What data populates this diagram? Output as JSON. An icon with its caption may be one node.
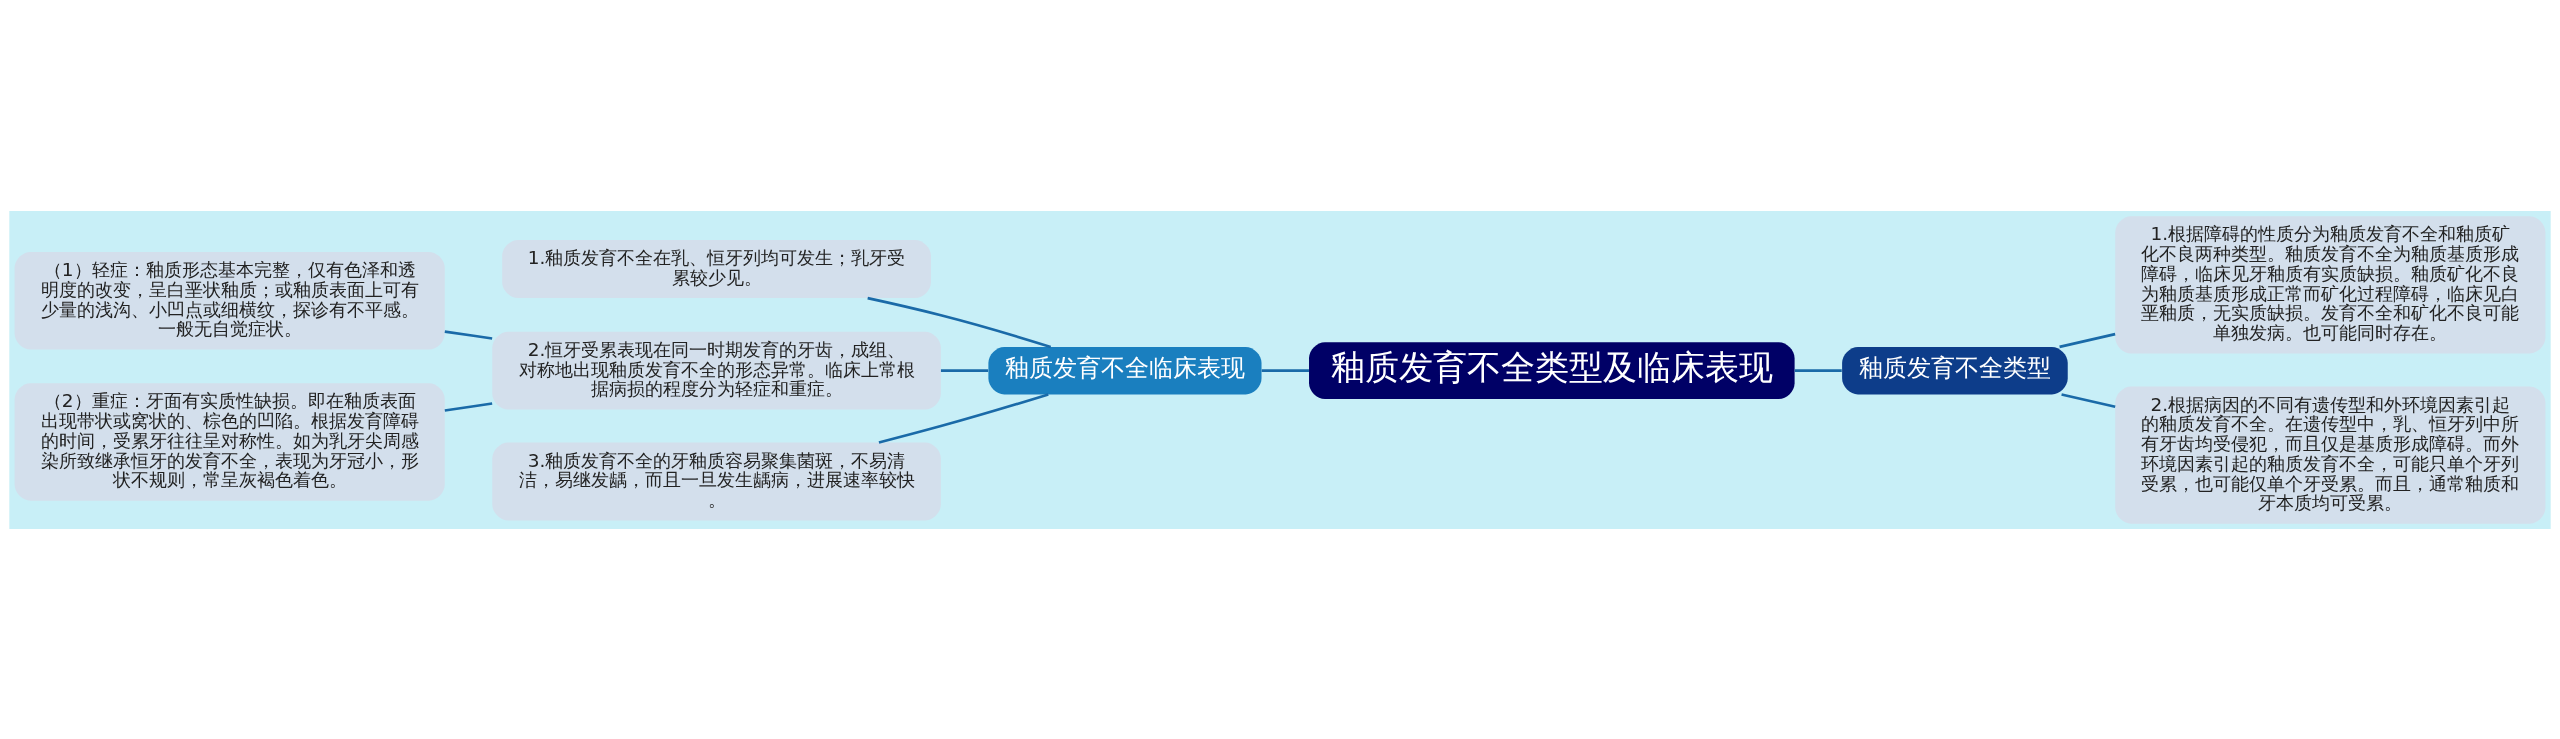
{
  "diagram": {
    "nodes": [
      {
        "text": [
          "釉质发育不全类型及临床表现"
        ]
      },
      {
        "text": [
          "釉质发育不全类型"
        ]
      },
      {
        "text": [
          "1.根据障碍的性质分为釉质发育不全和釉质矿化不良两种类型。釉质发育不全为釉质基质形成障碍，临床见牙釉质有实质缺损。釉质矿化不良为釉质基质形成正常而矿化过程障碍，临床见白垩釉质，无实质缺损。发育不全和矿化不良可能单独发病。也可能同时存在。"
        ]
      },
      {
        "text": [
          "2.根据病因的不同有遗传型和外环境因素引起的釉质发育不全。在遗传型中，乳、恒牙列中所有牙齿均受侵犯，而且仅是基质形成障碍。而外环境因素引起的釉质发育不全，可能只单个牙列受累，也可能仅单个牙受累。而且，通常釉质和牙本质均可受累。"
        ]
      },
      {
        "text": [
          "釉质发育不全临床表现"
        ]
      },
      {
        "text": [
          "1.釉质发育不全在乳、恒牙列均可发生；乳牙受累较少见。"
        ]
      },
      {
        "text": [
          "2.恒牙受累表现在同一时期发育的牙齿，成组、对称地出现釉质发育不全的形态异常。临床上常根据病损的程度分为轻症和重症。"
        ]
      },
      {
        "text": [
          "3.釉质发育不全的牙釉质容易聚集菌斑，不易清洁，易继发龋，而且一旦发生龋病，进展速率较快。"
        ]
      },
      {
        "text": [
          "（1）轻症：釉质形态基本完整，仅有色泽和透明度的改变，呈白垩状釉质；或釉质表面上可有少量的浅沟、小凹点或细横纹，探诊有不平感。一般无自觉症状。"
        ]
      },
      {
        "text": [
          "（2）重症：牙面有实质性缺损。即在釉质表面出现带状或窝状的、棕色的凹陷。根据发育障碍的时间，受累牙往往呈对称性。如为乳牙尖周感染所致继承恒牙的发育不全，表现为牙冠小，形状不规则，常呈灰褐色着色。"
        ]
      }
    ],
    "edges": [
      {
        "from": 0,
        "to": 1,
        "arrow": "none"
      },
      {
        "from": 1,
        "to": 2,
        "arrow": "none"
      },
      {
        "from": 1,
        "to": 3,
        "arrow": "none"
      },
      {
        "from": 0,
        "to": 4,
        "arrow": "none"
      },
      {
        "from": 4,
        "to": 5,
        "arrow": "none"
      },
      {
        "from": 4,
        "to": 6,
        "arrow": "none"
      },
      {
        "from": 4,
        "to": 7,
        "arrow": "none"
      },
      {
        "from": 6,
        "to": 8,
        "arrow": "none"
      },
      {
        "from": 6,
        "to": 9,
        "arrow": "none"
      }
    ]
  }
}
